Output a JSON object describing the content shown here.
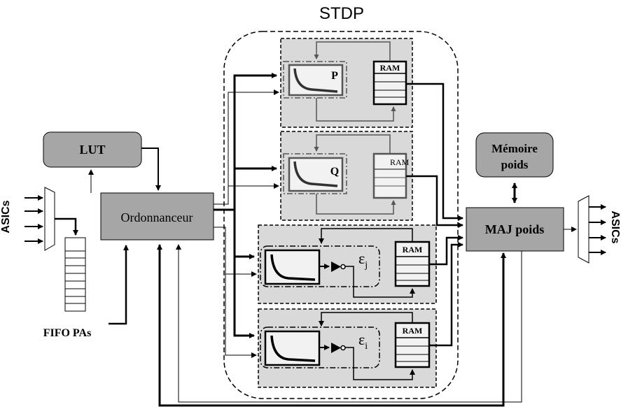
{
  "title": "STDP",
  "blocks": {
    "lut": "LUT",
    "ordonnanceur": "Ordonnanceur",
    "memoire_line1": "Mémoire",
    "memoire_line2": "poids",
    "maj": "MAJ poids",
    "fifo": "FIFO PAs",
    "asics_in": "ASICs",
    "asics_out": "ASICs"
  },
  "units": {
    "p": {
      "label": "P",
      "ram": "RAM"
    },
    "q": {
      "label": "Q",
      "ram": "RAM"
    },
    "ej": {
      "label": "ε",
      "sub": "j",
      "ram": "RAM"
    },
    "ei": {
      "label": "ε",
      "sub": "i",
      "ram": "RAM"
    }
  },
  "colors": {
    "block_fill": "#a6a6a6",
    "unit_fill": "#d9d9d9",
    "box_fill": "#f2f2f2",
    "line": "#000000",
    "thin_line": "#555555"
  }
}
